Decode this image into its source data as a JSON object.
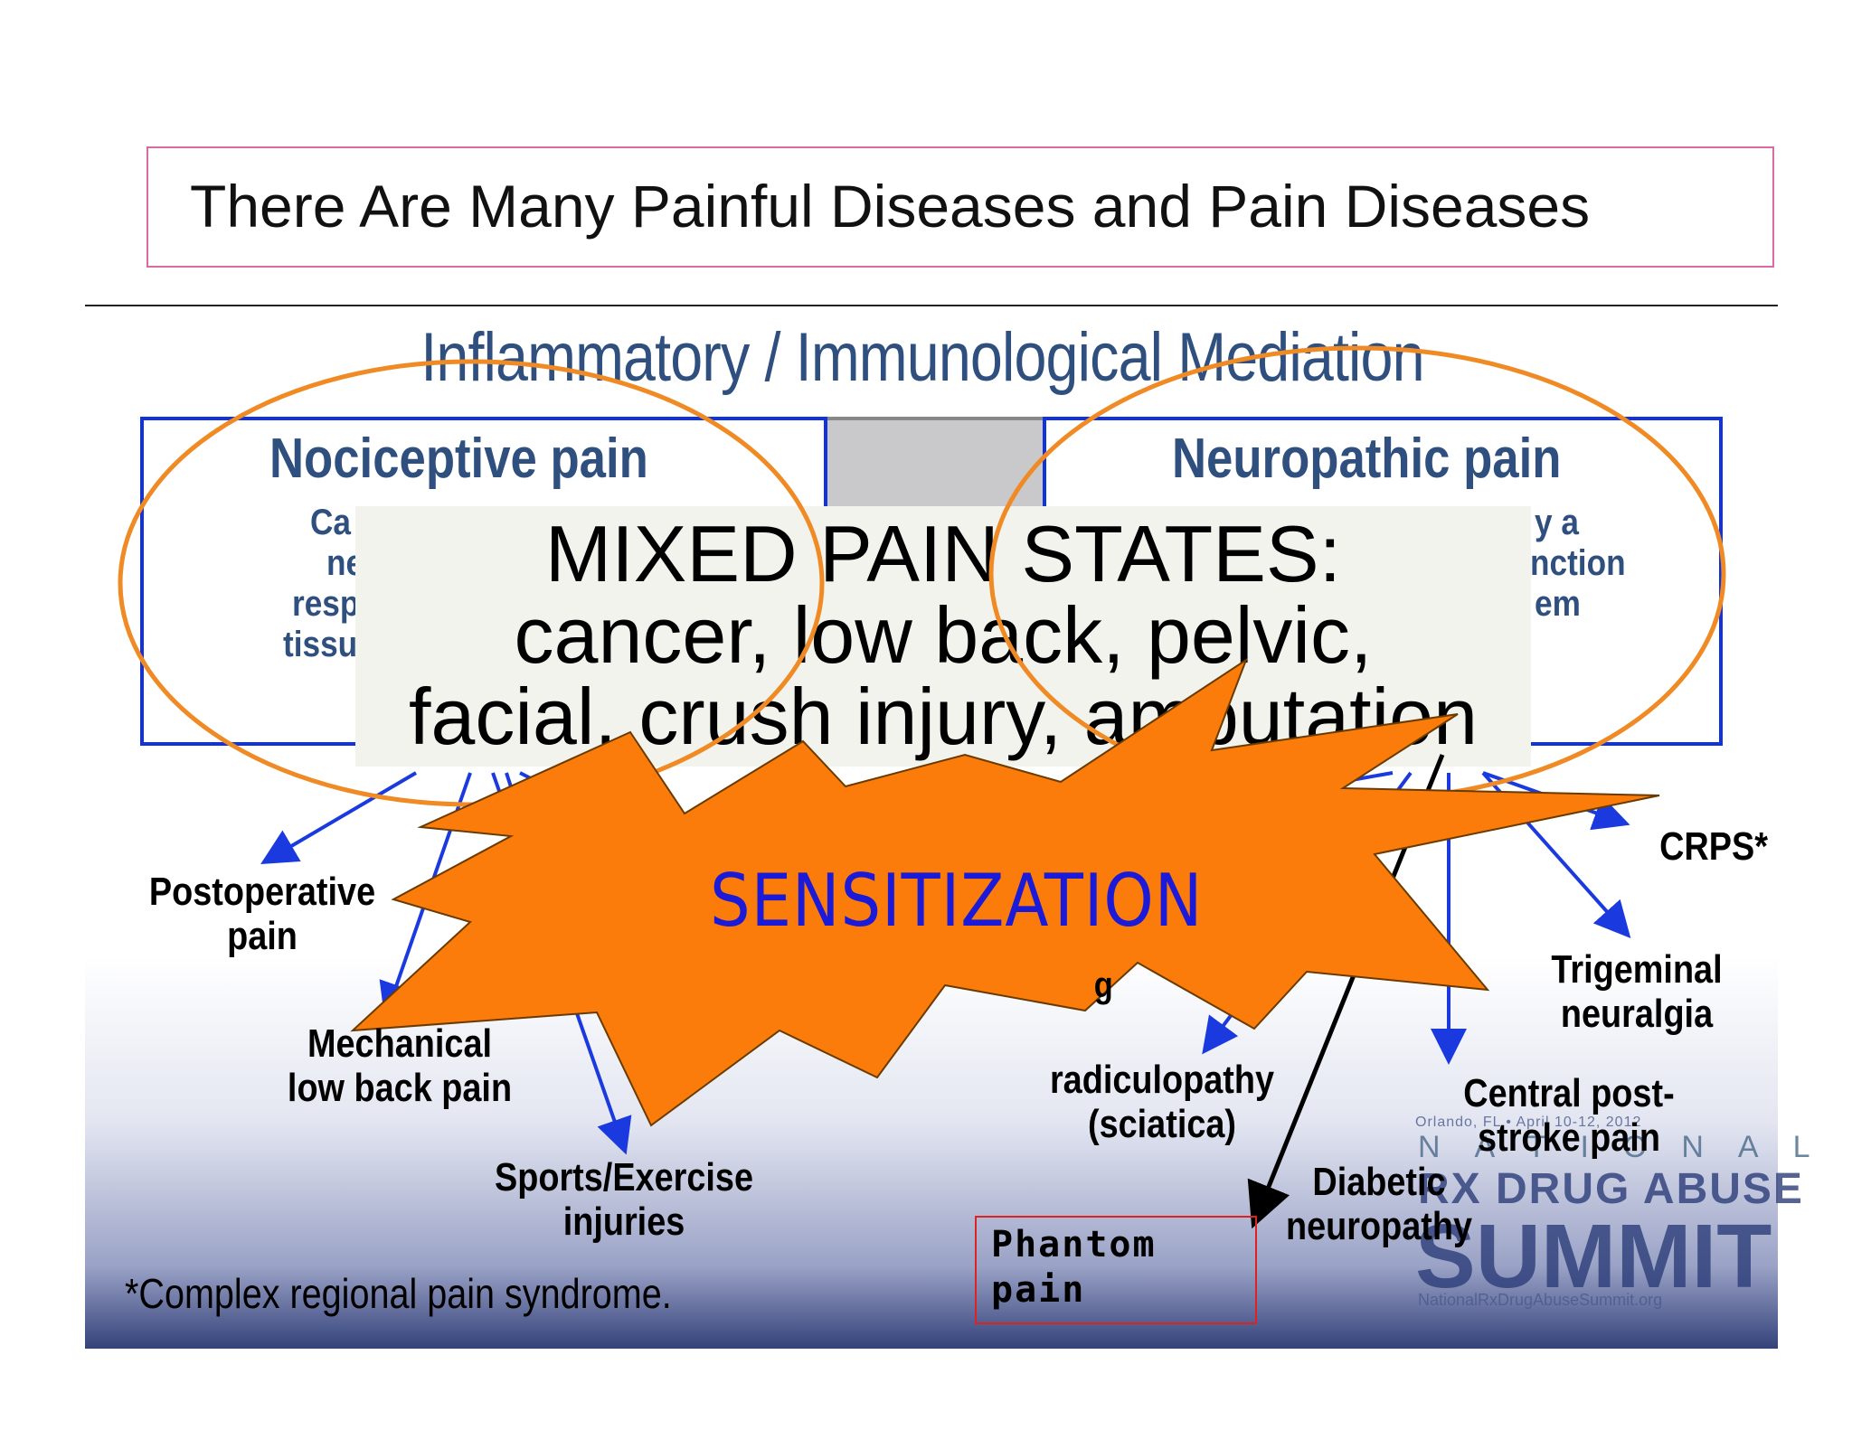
{
  "slide": {
    "title": "There Are Many Painful Diseases and Pain Diseases",
    "header": "Inflammatory / Immunological Mediation"
  },
  "nociceptive": {
    "title": "Nociceptive pain",
    "fragments": [
      "Ca",
      "ne",
      "resp",
      "tissu"
    ]
  },
  "neuropathic": {
    "title": "Neuropathic pain",
    "fragments": [
      "y a",
      "nction",
      "em"
    ]
  },
  "mixed": {
    "line1": "MIXED PAIN STATES:",
    "line2": "cancer, low back, pelvic,",
    "line3": "facial, crush injury, amputation"
  },
  "sensitization": "SENSITIZATION",
  "conditions": {
    "postoperative": [
      "Postoperative",
      "pain"
    ],
    "mechanical": [
      "Mechanical",
      "low back pain"
    ],
    "sports": [
      "Sports/Exercise",
      "injuries"
    ],
    "crps": "CRPS*",
    "trigeminal": [
      "Trigeminal",
      "neuralgia"
    ],
    "radiculopathy": [
      "radiculopathy",
      "(sciatica)"
    ],
    "central": [
      "Central post-",
      "stroke pain"
    ],
    "diabetic": [
      "Diabetic",
      "neuropathy"
    ],
    "phantom": [
      "Phantom",
      "pain"
    ],
    "hidden_fragment": "g"
  },
  "footnote": "*Complex regional pain syndrome.",
  "logo": {
    "date": "Orlando, FL • April 10-12, 2012",
    "national": "NATIONAL",
    "rx": "RX DRUG ABUSE",
    "summit": "SUMMIT",
    "url": "NationalRxDrugAbuseSummit.org"
  },
  "colors": {
    "box_border": "#1133dd",
    "arrow": "#1a3ae0",
    "ellipse": "#f08a24",
    "starburst": "#fb7c0a",
    "sensitization_text": "#1a1ad8",
    "title_box_border": "#d96aa6"
  }
}
